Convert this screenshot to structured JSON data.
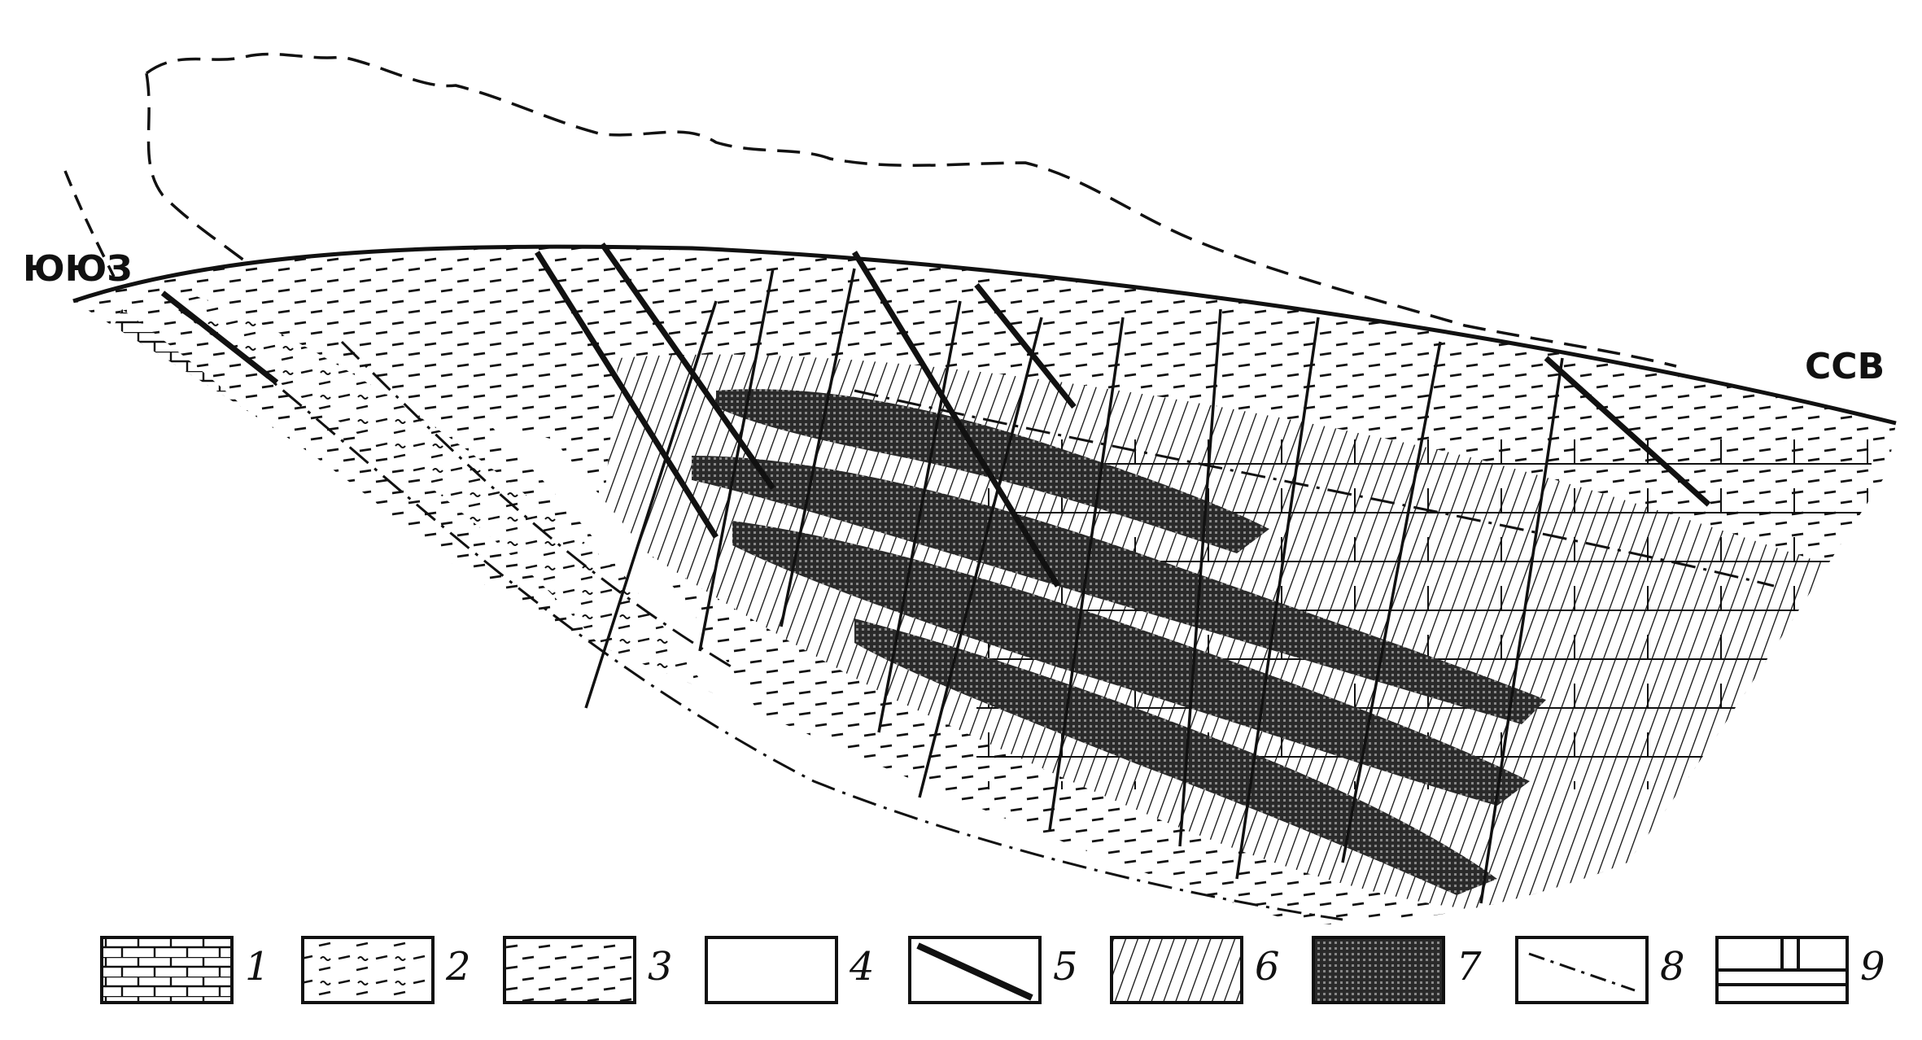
{
  "labels": {
    "west": "ЮЮЗ",
    "east": "ССВ"
  },
  "legend": [
    {
      "number": "1",
      "pattern": "brick"
    },
    {
      "number": "2",
      "pattern": "dash-tilde"
    },
    {
      "number": "3",
      "pattern": "dash"
    },
    {
      "number": "4",
      "pattern": "blank"
    },
    {
      "number": "5",
      "pattern": "thick-diagonal"
    },
    {
      "number": "6",
      "pattern": "diagonal-hatch"
    },
    {
      "number": "7",
      "pattern": "dense-grid"
    },
    {
      "number": "8",
      "pattern": "dash-dot-line"
    },
    {
      "number": "9",
      "pattern": "frame-lines"
    }
  ],
  "colors": {
    "ink": "#111111",
    "paper": "#ffffff"
  }
}
